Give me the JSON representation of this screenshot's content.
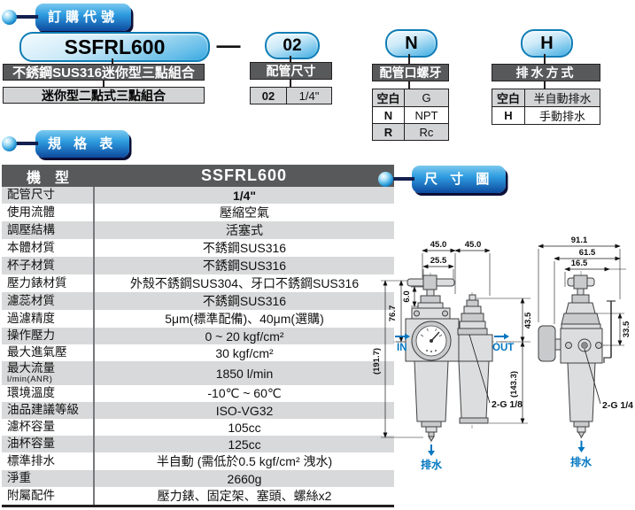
{
  "ordering": {
    "section_title": "訂購代號",
    "separator": "—",
    "groups": [
      {
        "code": "SSFRL600",
        "label": "不銹鋼SUS316迷你型三點組合",
        "sub_label": "迷你型二點式三點組合"
      },
      {
        "code": "02",
        "label": "配管尺寸",
        "options": [
          {
            "key": "02",
            "value": "1/4\""
          }
        ]
      },
      {
        "code": "N",
        "label": "配管口螺牙",
        "options": [
          {
            "key": "空白",
            "value": "G"
          },
          {
            "key": "N",
            "value": "NPT"
          },
          {
            "key": "R",
            "value": "Rc"
          }
        ]
      },
      {
        "code": "H",
        "label": "排水方式",
        "options": [
          {
            "key": "空白",
            "value": "半自動排水"
          },
          {
            "key": "H",
            "value": "手動排水"
          }
        ]
      }
    ]
  },
  "spec": {
    "section_title": "規 格 表",
    "header": {
      "model_label": "機　型",
      "model_value": "SSFRL600"
    },
    "rows": [
      {
        "label": "配管尺寸",
        "value": "1/4\""
      },
      {
        "label": "使用流體",
        "value": "壓縮空氣"
      },
      {
        "label": "調壓結構",
        "value": "活塞式"
      },
      {
        "label": "本體材質",
        "value": "不銹鋼SUS316"
      },
      {
        "label": "杯子材質",
        "value": "不銹鋼SUS316"
      },
      {
        "label": "壓力錶材質",
        "value": "外殼不銹鋼SUS304、牙口不銹鋼SUS316"
      },
      {
        "label": "濾蕊材質",
        "value": "不銹鋼SUS316"
      },
      {
        "label": "過濾精度",
        "value": "5μm(標準配備)、40μm(選購)"
      },
      {
        "label": "操作壓力",
        "value": "0 ~ 20 kgf/cm²"
      },
      {
        "label": "最大進氣壓",
        "value": "30 kgf/cm²"
      },
      {
        "label": "最大流量",
        "label_sub": "l/min(ANR)",
        "value": "1850 l/min"
      },
      {
        "label": "環境溫度",
        "value": "-10℃ ~ 60℃"
      },
      {
        "label": "油品建議等級",
        "value": "ISO-VG32"
      },
      {
        "label": "濾杯容量",
        "value": "105cc"
      },
      {
        "label": "油杯容量",
        "value": "125cc"
      },
      {
        "label": "標準排水",
        "value": "半自動 (需低於0.5 kgf/cm² 洩水)"
      },
      {
        "label": "淨重",
        "value": "2660g"
      },
      {
        "label": "附屬配件",
        "value": "壓力錶、固定架、塞頭、螺絲x2"
      }
    ]
  },
  "dimensions": {
    "section_title": "尺 寸 圖",
    "front": {
      "width_left": "45.0",
      "width_right": "45.0",
      "width_handle": "25.5",
      "offset_small": "6.0",
      "height_regulator": "76.7",
      "height_overall": "(191.7)",
      "height_knob": "43.5",
      "height_bowl": "(143.3)",
      "port_thread": "2-G 1/8",
      "inlet_label": "IN",
      "outlet_label": "OUT",
      "drain_label": "排水"
    },
    "side": {
      "width_overall": "91.1",
      "width_body": "61.5",
      "width_gauge": "16.5",
      "height_port": "33.5",
      "port_thread": "2-G 1/4",
      "drain_label": "排水"
    }
  },
  "colors": {
    "accent_blue": "#0076c0",
    "pill_border": "#0f7db5",
    "dark_box": "#58595b",
    "row_gray": "#d8d9da",
    "badge_navy": "#0d4a9e"
  }
}
